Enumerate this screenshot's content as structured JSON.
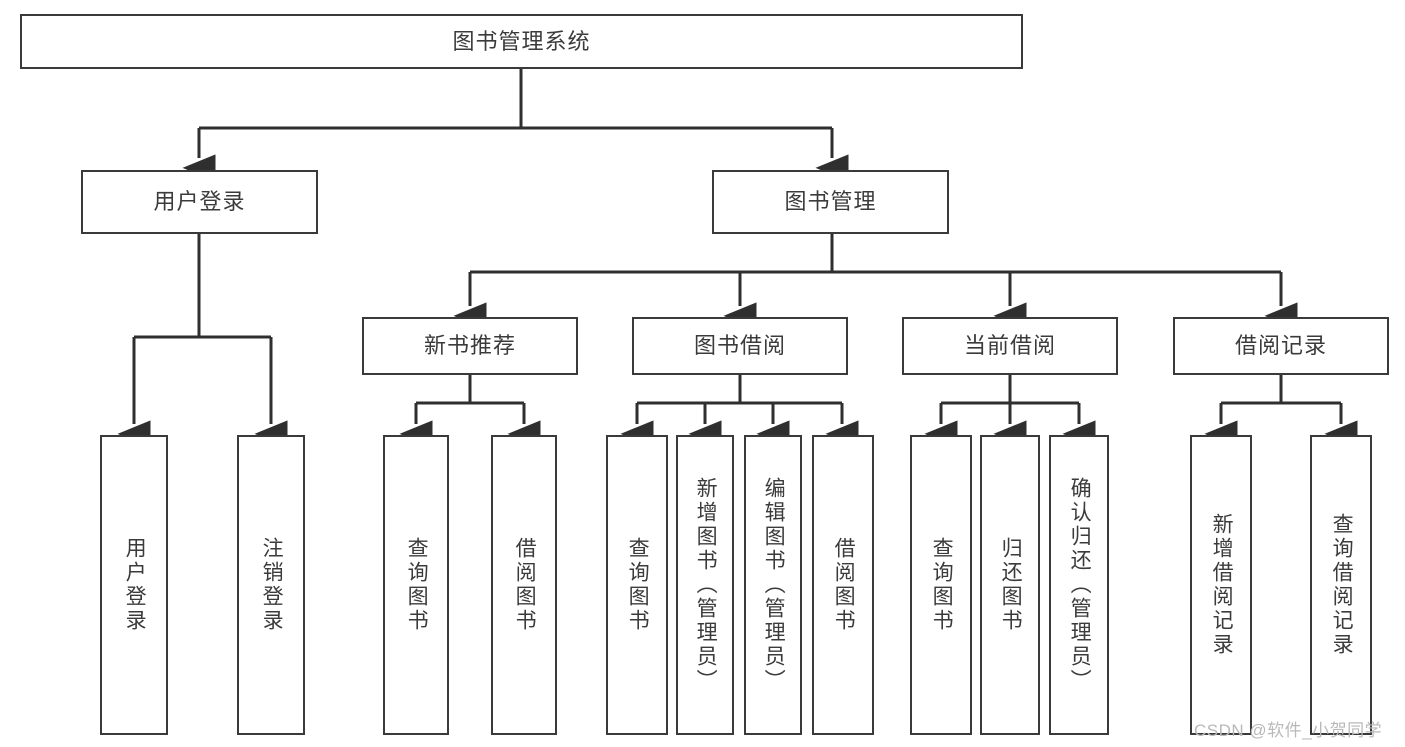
{
  "diagram": {
    "title": "图书管理系统",
    "type": "tree-hierarchy-chart",
    "watermark": "CSDN @软件_小贺同学",
    "colors": {
      "box_border": "#3a3a3a",
      "box_fill": "#ffffff",
      "text": "#3b3b3b",
      "connector": "#2f2f2f",
      "watermark": "#b9b9b9"
    },
    "levels": {
      "root": {
        "label": "图书管理系统"
      },
      "level2": [
        {
          "id": "user-login",
          "label": "用户登录"
        },
        {
          "id": "book-manage",
          "label": "图书管理"
        }
      ],
      "level3": [
        {
          "id": "new-book-recommend",
          "label": "新书推荐",
          "parent": "book-manage"
        },
        {
          "id": "book-borrow",
          "label": "图书借阅",
          "parent": "book-manage"
        },
        {
          "id": "current-borrow",
          "label": "当前借阅",
          "parent": "book-manage"
        },
        {
          "id": "borrow-record",
          "label": "借阅记录",
          "parent": "book-manage"
        }
      ],
      "leaves": [
        {
          "id": "leaf-user-login",
          "label": "用户登录",
          "parent": "user-login"
        },
        {
          "id": "leaf-logout-login",
          "label": "注销登录",
          "parent": "user-login"
        },
        {
          "id": "leaf-query-book-1",
          "label": "查询图书",
          "parent": "new-book-recommend"
        },
        {
          "id": "leaf-borrow-book-1",
          "label": "借阅图书",
          "parent": "new-book-recommend"
        },
        {
          "id": "leaf-query-book-2",
          "label": "查询图书",
          "parent": "book-borrow"
        },
        {
          "id": "leaf-add-book",
          "label": "新增图书（管理员）",
          "parent": "book-borrow"
        },
        {
          "id": "leaf-edit-book",
          "label": "编辑图书（管理员）",
          "parent": "book-borrow"
        },
        {
          "id": "leaf-borrow-book-2",
          "label": "借阅图书",
          "parent": "book-borrow"
        },
        {
          "id": "leaf-query-book-3",
          "label": "查询图书",
          "parent": "current-borrow"
        },
        {
          "id": "leaf-return-book",
          "label": "归还图书",
          "parent": "current-borrow"
        },
        {
          "id": "leaf-confirm-return",
          "label": "确认归还（管理员）",
          "parent": "current-borrow"
        },
        {
          "id": "leaf-add-record",
          "label": "新增借阅记录",
          "parent": "borrow-record"
        },
        {
          "id": "leaf-query-record",
          "label": "查询借阅记录",
          "parent": "borrow-record"
        }
      ]
    }
  }
}
